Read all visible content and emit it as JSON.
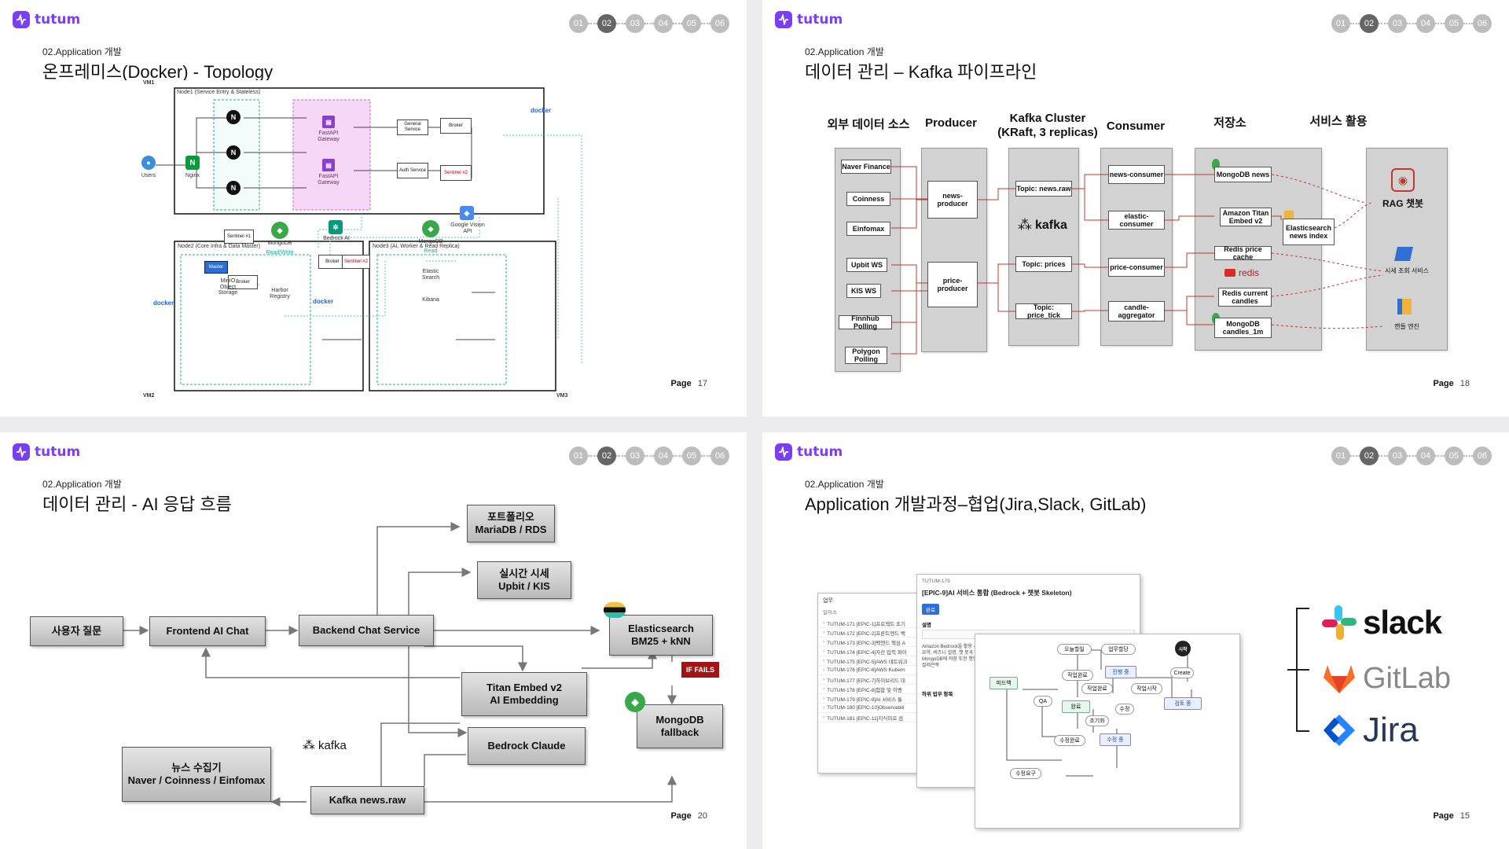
{
  "common": {
    "logo_text": "tutum",
    "steps": [
      "01",
      "02",
      "03",
      "04",
      "05",
      "06"
    ],
    "active_step": "02",
    "page_label": "Page",
    "accent": "#7a3ff2"
  },
  "slide1": {
    "subtitle": "02.Application 개발",
    "title": "온프레미스(Docker) - Topology",
    "page_num": "17",
    "vm1": "VM1",
    "vm2": "VM2",
    "vm3": "VM3",
    "node1": "Node1 (Service Entry & Stateless)",
    "node2": "Node2 (Core Infra & Data Master)",
    "node3": "Node3 (AI, Worker & Read Replica)",
    "users": "Users",
    "nginx": "Nginx",
    "fastapi1": "FastAPI Gateway",
    "fastapi2": "FastAPI Gateway",
    "general": "General Service",
    "auth": "Auth Service",
    "broker": "Broker",
    "sentinel2": "Sentinel #2",
    "docker": "docker",
    "master": "Master",
    "sentinel1": "Sentinel #1",
    "mongodb": "MongoDB",
    "read_write": "Read/Write",
    "minio": "MinIO Object Storage",
    "harbor": "Harbor Registry",
    "bedrock": "Bedrock AI",
    "sentinel_n3": "Sentinel #2",
    "mongodb_read": "MongoDB",
    "read": "Read",
    "elastic": "Elastic Search",
    "kibana": "Kibana",
    "vision": "Google Vision API"
  },
  "slide2": {
    "subtitle": "02.Application 개발",
    "title": "데이터 관리 – Kafka 파이프라인",
    "page_num": "18",
    "columns": [
      "외부 데이터 소스",
      "Producer",
      "Kafka Cluster (KRaft, 3 replicas)",
      "Consumer",
      "저장소",
      "서비스 활용"
    ],
    "sources": [
      "Naver Finance",
      "Coinness",
      "Einfomax",
      "Upbit WS",
      "KIS WS",
      "Finnhub Polling",
      "Polygon Polling"
    ],
    "producers": [
      "news-producer",
      "price-producer"
    ],
    "kafka_logo": "kafka",
    "topics": [
      "Topic: news.raw",
      "Topic: prices",
      "Topic: price_tick"
    ],
    "consumers": [
      "news-consumer",
      "elastic-consumer",
      "price-consumer",
      "candle-aggregator"
    ],
    "storage": [
      "MongoDB news",
      "Amazon Titan Embed v2",
      "Elasticsearch news index",
      "Redis price cache",
      "Redis current candles",
      "MongoDB candles_1m"
    ],
    "redis_label": "redis",
    "services": [
      "RAG 챗봇",
      "시세 조회 서비스",
      "캔들 엔진"
    ]
  },
  "slide3": {
    "subtitle": "02.Application 개발",
    "title": "데이터 관리 - AI 응답 흐름",
    "page_num": "20",
    "user_q": "사용자 질문",
    "frontend": "Frontend AI Chat",
    "backend": "Backend Chat Service",
    "portfolio": [
      "포트폴리오",
      "MariaDB / RDS"
    ],
    "realtime": [
      "실시간 시세",
      "Upbit / KIS"
    ],
    "elastic": [
      "Elasticsearch",
      "BM25 + kNN"
    ],
    "titan": [
      "Titan Embed v2",
      "AI Embedding"
    ],
    "if_fails": "IF FAILS",
    "mongo": [
      "MongoDB",
      "fallback"
    ],
    "bedrock": "Bedrock Claude",
    "news": [
      "뉴스 수집기",
      "Naver / Coinness / Einfomax"
    ],
    "kafka_logo": "kafka",
    "kafka_raw": "Kafka news.raw"
  },
  "slide4": {
    "subtitle": "02.Application 개발",
    "title": "Application 개발과정–협업(Jira,Slack, GitLab)",
    "page_num": "15",
    "jira_list_head": "업무",
    "jira_list_sub": "일이스",
    "jira_rows": [
      "TUTUM-171 [EPIC-1]프로젝트 초기",
      "TUTUM-172 [EPIC-2]프론트엔드 백",
      "TUTUM-173 [EPIC-3]백엔드 핵심 A",
      "TUTUM-174 [EPIC-4]자산 입력 파이",
      "TUTUM-175 [EPIC-5]AWS 네트워크",
      "TUTUM-176 [EPIC-6]AWS Kubern",
      "TUTUM-177 [EPIC-7]하이브리드 대",
      "TUTUM-178 [EPIC-8]험합 및 이벤",
      "TUTUM-179 [EPIC-9]AI 서비스 통",
      "TUTUM-180 [EPIC-10]Observabili",
      "TUTUM-181 [EPIC-11]지식피로 검"
    ],
    "issue_key": "TUTUM-179",
    "issue_title": "[EPIC-9]AI 서비스 통합 (Bedrock + 챗봇 Skeleton)",
    "issue_status": "완료",
    "issue_desc_label": "설명",
    "issue_desc": "Amazon Bedrock을 활용 사용 요약, 비즈니 설명, 챗 봇과 MongoDB에 저장 또한 챗봇 UI 컬레큰쪽",
    "issue_sub_label": "하위 업무 항목",
    "flow_nodes": [
      "오늘할일",
      "업무할당",
      "작업완료",
      "진행 중",
      "작업완료",
      "작업시작",
      "피드백",
      "QA",
      "완료",
      "수정",
      "조기화",
      "수정완료",
      "수정 중",
      "수정요구",
      "시작",
      "Create",
      "검토 중"
    ],
    "brands": [
      "slack",
      "GitLab",
      "Jira"
    ]
  }
}
